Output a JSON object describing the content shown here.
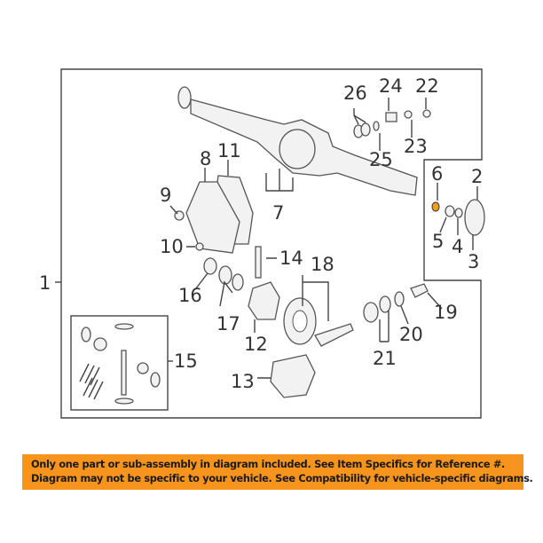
{
  "diagram": {
    "callouts": {
      "c1": "1",
      "c2": "2",
      "c3": "3",
      "c4": "4",
      "c5": "5",
      "c6": "6",
      "c7": "7",
      "c8": "8",
      "c9": "9",
      "c10": "10",
      "c11": "11",
      "c12": "12",
      "c13": "13",
      "c14": "14",
      "c15": "15",
      "c16": "16",
      "c17": "17",
      "c18": "18",
      "c19": "19",
      "c20": "20",
      "c21": "21",
      "c22": "22",
      "c23": "23",
      "c24": "24",
      "c25": "25",
      "c26": "26"
    },
    "highlight_color": "#f0a020",
    "line_color": "#444444"
  },
  "banner": {
    "line1": "Only one part or sub-assembly in diagram included. See Item Specifics for Reference #.",
    "line2": "Diagram may not be specific to your vehicle. See Compatibility for vehicle-specific diagrams.",
    "color": "#f7941d"
  }
}
